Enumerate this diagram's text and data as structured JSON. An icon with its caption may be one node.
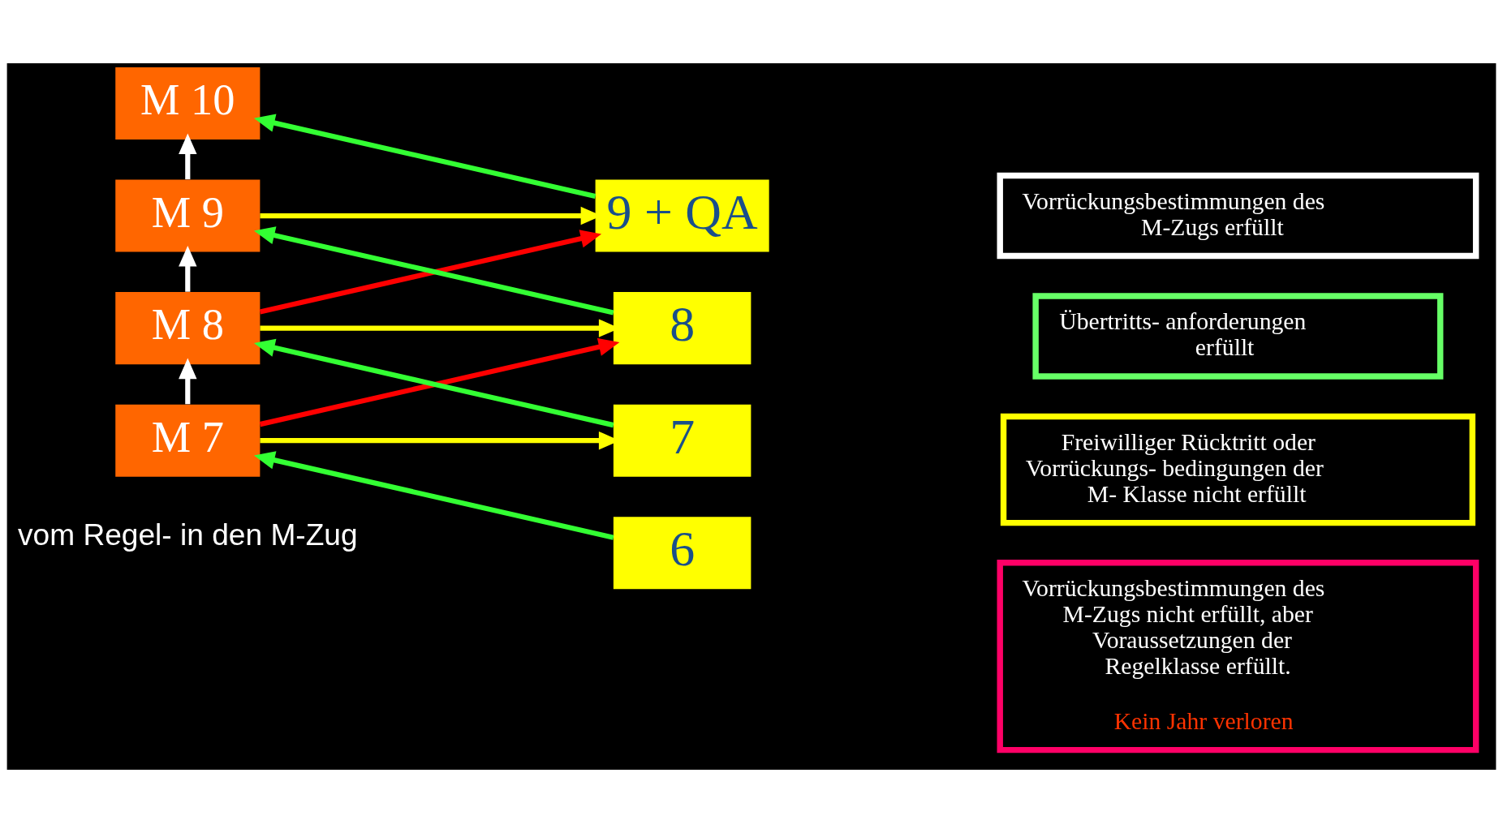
{
  "diagram": {
    "nodes": [
      {
        "text": [
          "M 10"
        ]
      },
      {
        "text": [
          "M 9"
        ]
      },
      {
        "text": [
          "M 8"
        ]
      },
      {
        "text": [
          "M 7"
        ]
      },
      {
        "text": [
          "9 + QA"
        ]
      },
      {
        "text": [
          "8"
        ]
      },
      {
        "text": [
          "7"
        ]
      },
      {
        "text": [
          "6"
        ]
      }
    ],
    "edges": [
      {
        "from": 1,
        "to": 0,
        "arrow": "to",
        "color": "#ffffff"
      },
      {
        "from": 2,
        "to": 1,
        "arrow": "to",
        "color": "#ffffff"
      },
      {
        "from": 3,
        "to": 2,
        "arrow": "to",
        "color": "#ffffff"
      },
      {
        "from": 4,
        "to": 0,
        "arrow": "to",
        "color": "#33ff33"
      },
      {
        "from": 1,
        "to": 4,
        "arrow": "to",
        "color": "#ffff00"
      },
      {
        "from": 2,
        "to": 4,
        "arrow": "to",
        "color": "#ff0000"
      },
      {
        "from": 5,
        "to": 1,
        "arrow": "to",
        "color": "#33ff33"
      },
      {
        "from": 2,
        "to": 5,
        "arrow": "to",
        "color": "#ffff00"
      },
      {
        "from": 6,
        "to": 2,
        "arrow": "to",
        "color": "#33ff33"
      },
      {
        "from": 3,
        "to": 5,
        "arrow": "to",
        "color": "#ff0000"
      },
      {
        "from": 3,
        "to": 6,
        "arrow": "to",
        "color": "#ffff00"
      },
      {
        "from": 7,
        "to": 3,
        "arrow": "to",
        "color": "#33ff33"
      }
    ],
    "labels": [
      "Kein Jahr verloren",
      "vom Regel- in den M-Zug"
    ],
    "legend": [
      {
        "text": "Vorrückungsbestimmungen des M-Zugs erfüllt",
        "color": "#ffffff"
      },
      {
        "text": "Übertritts- anforderungen erfüllt",
        "color": "#66ff66"
      },
      {
        "text": "Freiwilliger Rücktritt oder Vorrückungs- bedingungen der M- Klasse nicht erfüllt",
        "color": "#ffff00"
      },
      {
        "text": "Vorrückungsbestimmungen des M-Zugs nicht erfüllt, aber Voraussetzungen der Regelklasse erfüllt.",
        "color": "#ff0066"
      }
    ]
  }
}
